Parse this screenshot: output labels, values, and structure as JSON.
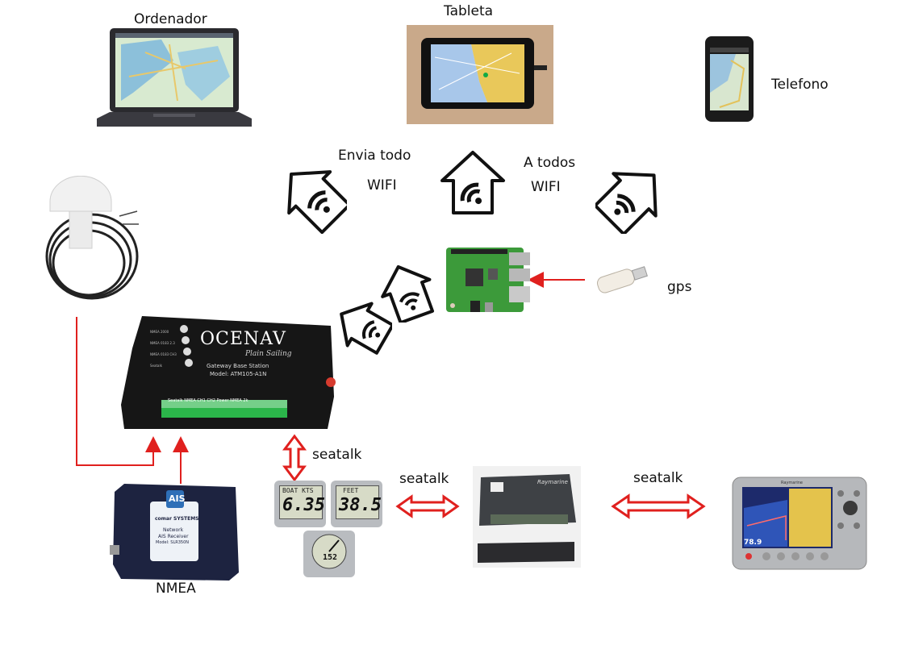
{
  "devices": {
    "computer": {
      "label": "Ordenador"
    },
    "tablet": {
      "label": "Tableta"
    },
    "phone": {
      "label": "Telefono"
    }
  },
  "wifi_labels": {
    "left_top": "Envia todo",
    "left_bottom": "WIFI",
    "right_top": "A todos",
    "right_bottom": "WIFI"
  },
  "gps_label": "gps",
  "gateway": {
    "brand": "OCENAV",
    "subtitle": "Plain Sailing",
    "model_line1": "Gateway Base Station",
    "model_line2": "Model: ATM105-A1N",
    "terminals": "Seatalk  NMEA CH1 CH2     Power NMEA 2k",
    "leds": [
      "NMEA 2000",
      "NMEA 0183 2.3",
      "NMEA 0183 CH3",
      "Seatalk"
    ]
  },
  "ais": {
    "logo": "AIS",
    "brand": "comar SYSTEMS",
    "line1": "Network",
    "line2": "AIS Receiver",
    "line3": "Model: SLR350N",
    "label": "NMEA"
  },
  "instruments": {
    "boat_speed_title": "BOAT KTS",
    "boat_speed_value": "6.35",
    "depth_title": "FEET",
    "depth_value": "38.5",
    "wind_value": "152"
  },
  "seatalk_labels": [
    "seatalk",
    "seatalk",
    "seatalk"
  ],
  "plotter": {
    "brand": "Raymarine",
    "reading": "78.9"
  },
  "raymarine_box": {
    "brand": "Raymarine"
  },
  "colors": {
    "arrow_red": "#e0201e",
    "device_dark": "#1c1c1c"
  }
}
